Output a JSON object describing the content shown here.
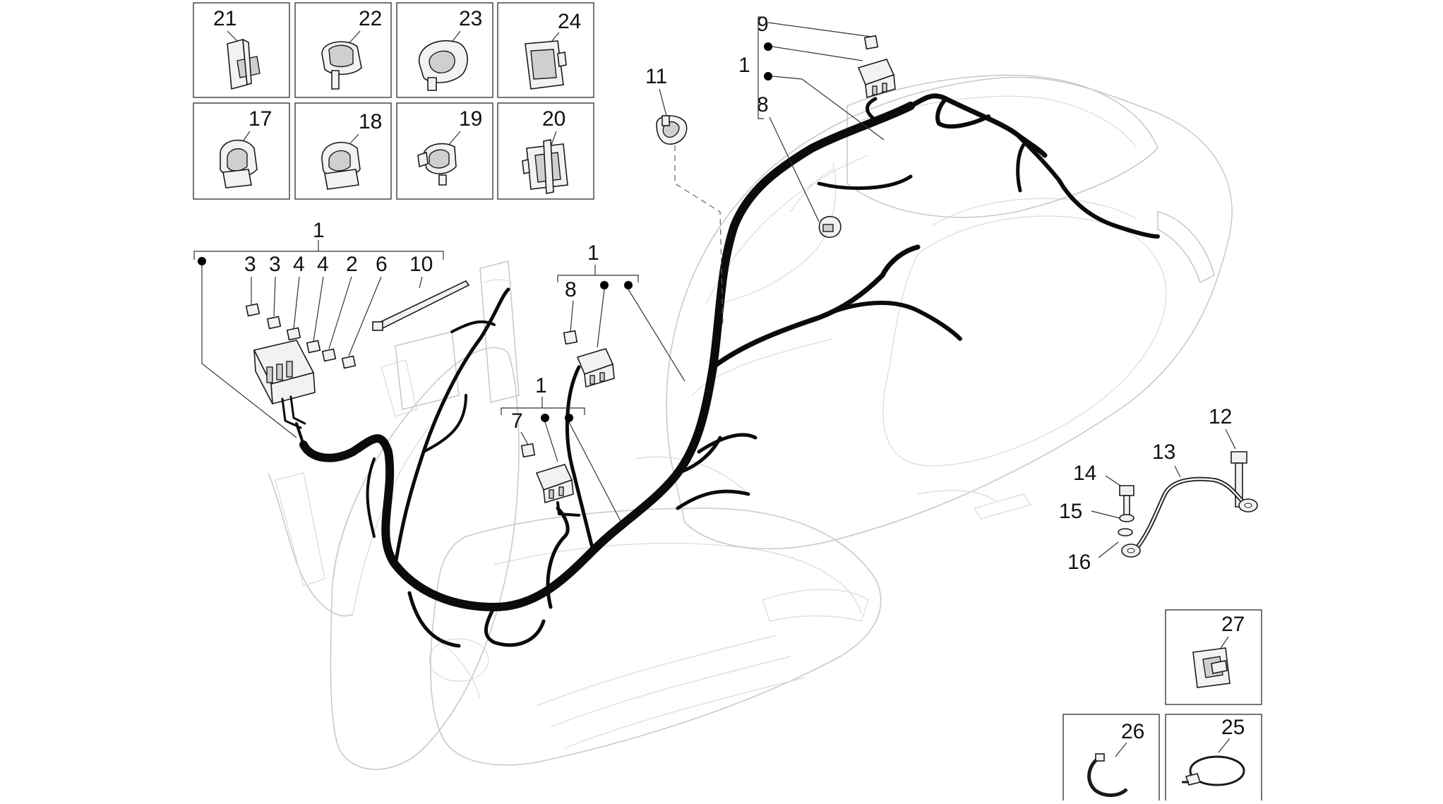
{
  "diagram": {
    "thumbnail_labels": [
      "21",
      "22",
      "23",
      "24",
      "17",
      "18",
      "19",
      "20"
    ],
    "callouts": {
      "group_main": "1",
      "group_top": "1",
      "group_mid": "1",
      "group_low": "1",
      "l3a": "3",
      "l3b": "3",
      "l4a": "4",
      "l4b": "4",
      "l2": "2",
      "l6": "6",
      "l10": "10",
      "l9": "9",
      "l8_top": "8",
      "l11": "11",
      "l8_mid": "8",
      "l7": "7",
      "l12": "12",
      "l13": "13",
      "l14": "14",
      "l15": "15",
      "l16": "16",
      "l27": "27",
      "l26": "26",
      "l25": "25"
    }
  }
}
